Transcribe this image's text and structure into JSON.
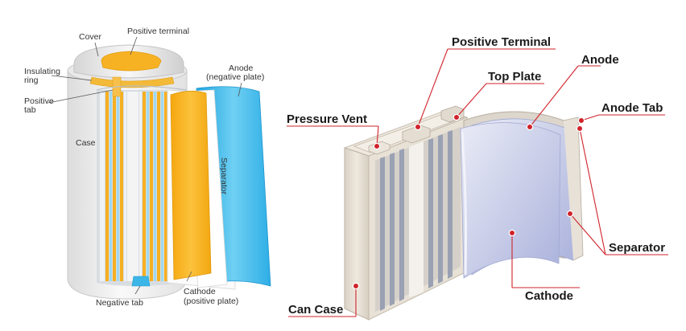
{
  "cylindrical_cell": {
    "labels": {
      "cover": "Cover",
      "positive_terminal": "Positive terminal",
      "insulating_ring_1": "Insulating",
      "insulating_ring_2": "ring",
      "positive_tab_1": "Positive",
      "positive_tab_2": "tab",
      "case": "Case",
      "anode_1": "Anode",
      "anode_2": "(negative plate)",
      "separator": "Separator",
      "negative_tab": "Negative tab",
      "cathode_1": "Cathode",
      "cathode_2": "(positive plate)"
    },
    "colors": {
      "anode": "#3fb8e8",
      "cathode": "#f7b320",
      "case": "#f2f2f2",
      "leader": "#555555"
    }
  },
  "prismatic_cell": {
    "labels": {
      "positive_terminal": "Positive Terminal",
      "top_plate": "Top Plate",
      "anode": "Anode",
      "anode_tab": "Anode Tab",
      "pressure_vent": "Pressure Vent",
      "separator": "Separator",
      "cathode": "Cathode",
      "can_case": "Can Case"
    },
    "colors": {
      "leader": "#d0232b",
      "can": "#e4ddd2",
      "sheet": "#c7cbe6"
    }
  }
}
